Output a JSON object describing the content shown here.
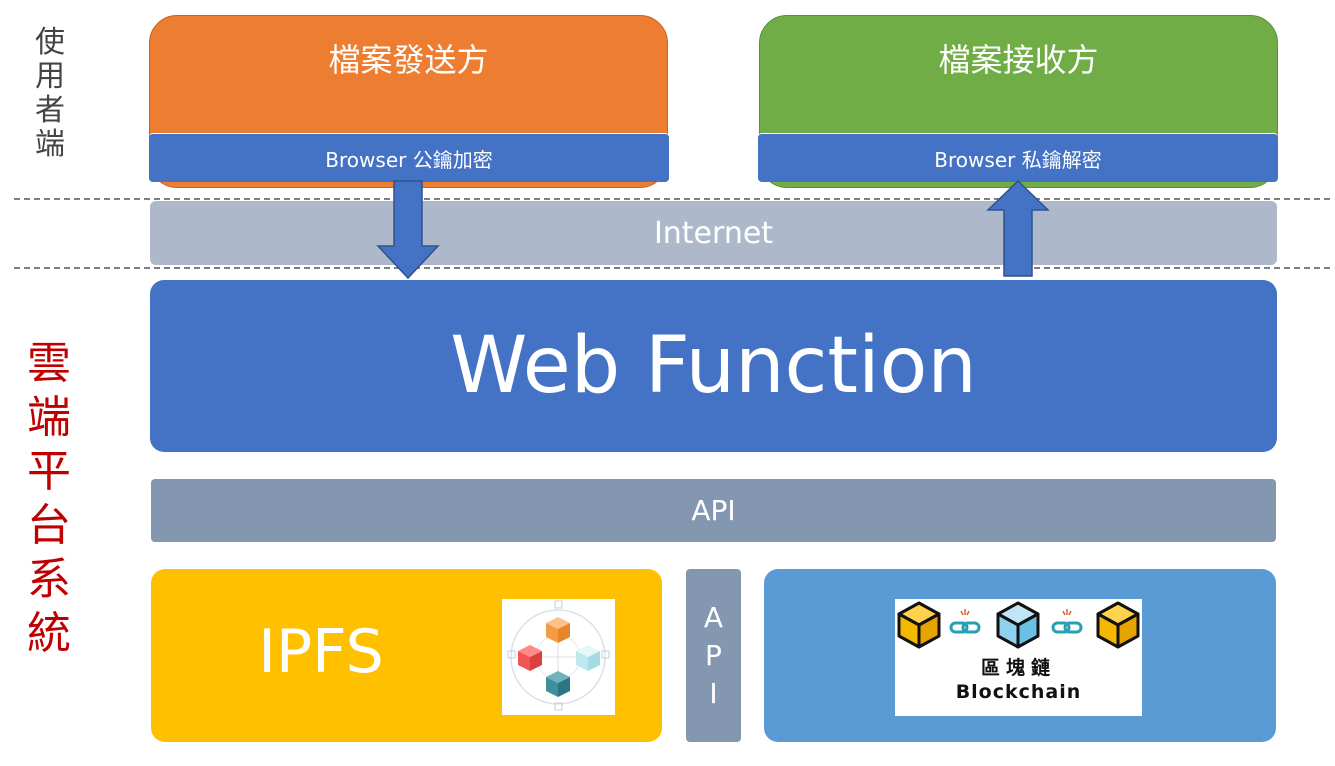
{
  "side_labels": {
    "user": [
      "使",
      "用",
      "者",
      "端"
    ],
    "cloud": [
      "雲",
      "端",
      "平",
      "台",
      "系",
      "統"
    ]
  },
  "sender": {
    "title": "檔案發送方",
    "browser_label": "Browser 公鑰加密"
  },
  "receiver": {
    "title": "檔案接收方",
    "browser_label": "Browser 私鑰解密"
  },
  "internet": {
    "label": "Internet"
  },
  "web_function": {
    "label": "Web Function"
  },
  "api_bar": {
    "label": "API"
  },
  "api_vertical": {
    "letters": [
      "A",
      "P",
      "I"
    ]
  },
  "ipfs": {
    "label": "IPFS"
  },
  "blockchain": {
    "label_zh": "區塊鏈",
    "label_en": "Blockchain"
  },
  "colors": {
    "sender_orange": "#ed7d31",
    "receiver_green": "#70ad47",
    "primary_blue": "#4472c4",
    "internet_gray": "#adb9ca",
    "api_gray": "#8497b0",
    "ipfs_yellow": "#ffc000",
    "blockchain_blue": "#5b9bd5",
    "cloud_red": "#c00000"
  }
}
